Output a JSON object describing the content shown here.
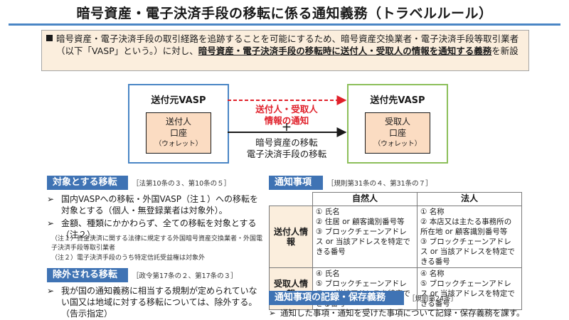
{
  "title": "暗号資産・電子決済手段の移転に係る通知義務（トラベルルール）",
  "summary": {
    "text1": "暗号資産・電子決済手段の取引経路を追跡することを可能にするため、暗号資産交換業者・電子決済手段等取引業者（以下「VASP」という。）に対し、",
    "emph": "暗号資産・電子決済手段の移転時に送付人・受取人の情報を通知する義務",
    "text2": "を新設"
  },
  "diagram": {
    "src_title": "送付元VASP",
    "src_wallet": [
      "送付人",
      "口座",
      "（ウォレット）"
    ],
    "dst_title": "送付先VASP",
    "dst_wallet": [
      "受取人",
      "口座",
      "（ウォレット）"
    ],
    "notify_label": [
      "送付人・受取人",
      "情報の通知"
    ],
    "plus": "＋",
    "transfer_label": [
      "暗号資産の移転",
      "電子決済手段の移転"
    ],
    "colors": {
      "notify_arrow": "#e0202a",
      "transfer_arrow": "#1a1a1a",
      "src_border": "#4a86c5",
      "dst_border": "#8cbf5a"
    }
  },
  "target": {
    "heading": "対象とする移転",
    "ref": "［法第10条の３、第10条の５］",
    "items": [
      "国内VASPへの移転・外国VASP（注１）への移転を対象とする（個人・無登録業者は対象外）。",
      "金額、種類にかかわらず、全ての移転を対象とする（注２）。"
    ],
    "notes": [
      "（注１）資金決済に関する法律に規定する外国暗号資産交換業者・外国電子決済手段等取引業者",
      "（注２）電子決済手段のうち特定信託受益権は対象外"
    ]
  },
  "excluded": {
    "heading": "除外される移転",
    "ref": "［政令第17条の２、第17条の３］",
    "items": [
      "我が国の通知義務に相当する規制が定められていない国又は地域に対する移転については、除外する。（告示指定）"
    ]
  },
  "notification": {
    "heading": "通知事項",
    "ref": "［規則第31条の４、第31条の７］",
    "col_natural": "自然人",
    "col_legal": "法人",
    "rows": [
      {
        "head": "送付人情報",
        "natural": [
          "① 氏名",
          "② 住居 or 顧客識別番号等",
          "③ ブロックチェーンアドレス or 当該アドレスを特定できる番号"
        ],
        "legal": [
          "① 名称",
          "② 本店又は主たる事務所の所在地 or 顧客識別番号等",
          "③ ブロックチェーンアドレス or 当該アドレスを特定できる番号"
        ]
      },
      {
        "head": "受取人情報",
        "natural": [
          "④ 氏名",
          "⑤ ブロックチェーンアドレス or 当該アドレスを特定できる番号"
        ],
        "legal": [
          "④ 名称",
          "⑤ ブロックチェーンアドレス or 当該アドレスを特定できる番号"
        ]
      }
    ]
  },
  "records": {
    "heading": "通知事項の記録・保存義務",
    "ref": "［規則第24条］",
    "items": [
      "通知した事項・通知を受けた事項について記録・保存義務を課す。"
    ]
  },
  "icons": {
    "bullet": "square-bullet",
    "list_marker": "arrow-marker"
  }
}
